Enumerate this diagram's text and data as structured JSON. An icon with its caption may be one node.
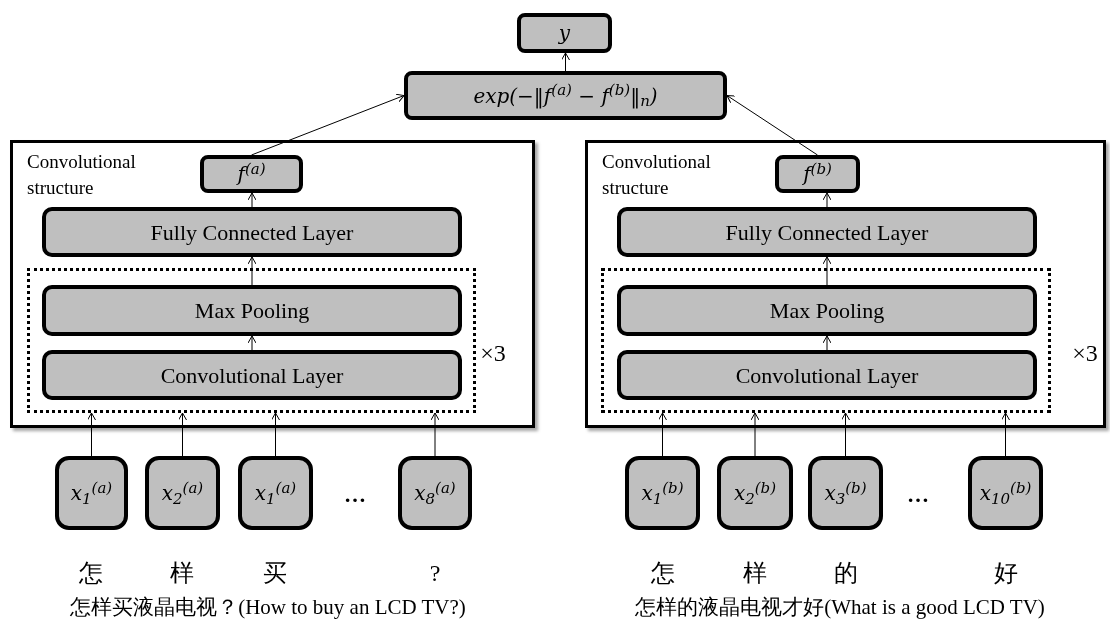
{
  "diagram": {
    "nodes": [
      {
        "text": [
          "y"
        ]
      },
      {
        "text": [
          "exp(−‖f$^{(a)}$ − f$^{(b)}$‖$_{n}$)"
        ]
      },
      {
        "text": [
          "Convolutional structure"
        ]
      },
      {
        "text": [
          "f$^{(a)}$"
        ],
        "in": 2
      },
      {
        "text": [
          "Fully Connected Layer"
        ],
        "in": 2
      },
      {
        "text": [],
        "shape": "box",
        "in": 2,
        "beside": [
          "×3"
        ]
      },
      {
        "text": [
          "Max Pooling"
        ],
        "in": 5
      },
      {
        "text": [
          "Convolutional Layer"
        ],
        "in": 5
      },
      {
        "text": [
          "x$_{1}$$^{(a)}$"
        ],
        "beside": [
          "怎"
        ]
      },
      {
        "text": [
          "x$_{2}$$^{(a)}$"
        ],
        "beside": [
          "样"
        ]
      },
      {
        "text": [
          "x$_{1}$$^{(a)}$"
        ],
        "beside": [
          "买"
        ]
      },
      {
        "text": [
          "x$_{8}$$^{(a)}$"
        ],
        "beside": [
          "?"
        ]
      },
      {
        "text": [
          "Convolutional structure"
        ]
      },
      {
        "text": [
          "f$^{(b)}$"
        ],
        "in": 12
      },
      {
        "text": [
          "Fully Connected Layer"
        ],
        "in": 12
      },
      {
        "text": [],
        "shape": "box",
        "in": 12,
        "beside": [
          "×3"
        ]
      },
      {
        "text": [
          "Max Pooling"
        ],
        "in": 15
      },
      {
        "text": [
          "Convolutional Layer"
        ],
        "in": 15
      },
      {
        "text": [
          "x$_{1}$$^{(b)}$"
        ],
        "beside": [
          "怎"
        ]
      },
      {
        "text": [
          "x$_{2}$$^{(b)}$"
        ],
        "beside": [
          "样"
        ]
      },
      {
        "text": [
          "x$_{3}$$^{(b)}$"
        ],
        "beside": [
          "的"
        ]
      },
      {
        "text": [
          "x$_{10}$$^{(b)}$"
        ],
        "beside": [
          "好"
        ]
      }
    ],
    "edges": [
      {
        "from": 1,
        "to": 0,
        "arrow": "to"
      },
      {
        "from": 3,
        "to": 1,
        "arrow": "to"
      },
      {
        "from": 13,
        "to": 1,
        "arrow": "to"
      },
      {
        "from": 4,
        "to": 3,
        "arrow": "to"
      },
      {
        "from": 6,
        "to": 4,
        "arrow": "to"
      },
      {
        "from": 7,
        "to": 6,
        "arrow": "to"
      },
      {
        "from": 8,
        "to": 5,
        "arrow": "to"
      },
      {
        "from": 9,
        "to": 5,
        "arrow": "to"
      },
      {
        "from": 10,
        "to": 5,
        "arrow": "to"
      },
      {
        "from": 11,
        "to": 5,
        "arrow": "to"
      },
      {
        "from": 14,
        "to": 13,
        "arrow": "to"
      },
      {
        "from": 16,
        "to": 14,
        "arrow": "to"
      },
      {
        "from": 17,
        "to": 16,
        "arrow": "to"
      },
      {
        "from": 18,
        "to": 15,
        "arrow": "to"
      },
      {
        "from": 19,
        "to": 15,
        "arrow": "to"
      },
      {
        "from": 20,
        "to": 15,
        "arrow": "to"
      },
      {
        "from": 21,
        "to": 15,
        "arrow": "to"
      }
    ],
    "labels": [
      "…",
      "…",
      "怎样买液晶电视？(How to buy an LCD TV?)",
      "怎样的液晶电视才好(What is a good LCD TV)"
    ]
  }
}
